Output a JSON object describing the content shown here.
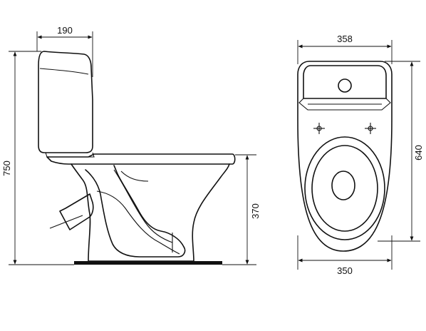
{
  "side_view": {
    "tank_depth": "190",
    "total_height": "750",
    "seat_height": "370"
  },
  "top_view": {
    "tank_width": "358",
    "total_length": "640",
    "bowl_width": "350"
  },
  "colors": {
    "line": "#111111",
    "background": "#ffffff"
  }
}
